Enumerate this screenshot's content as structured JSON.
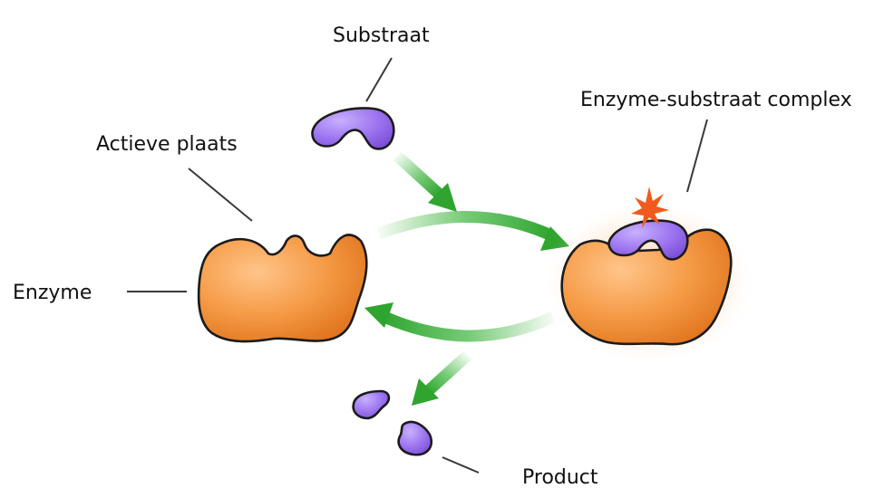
{
  "labels": {
    "substrate": "Substraat",
    "active_site": "Actieve plaats",
    "enzyme": "Enzyme",
    "complex": "Enzyme-substraat complex",
    "product": "Product"
  },
  "colors": {
    "enzyme": "#f08a2e",
    "enzyme_light": "#ffc58a",
    "substrate": "#8e63e6",
    "substrate_light": "#c7b0ff",
    "arrow": "#3cb43c",
    "arrow_light": "#bfe9bf",
    "spark": "#f05a1e"
  }
}
